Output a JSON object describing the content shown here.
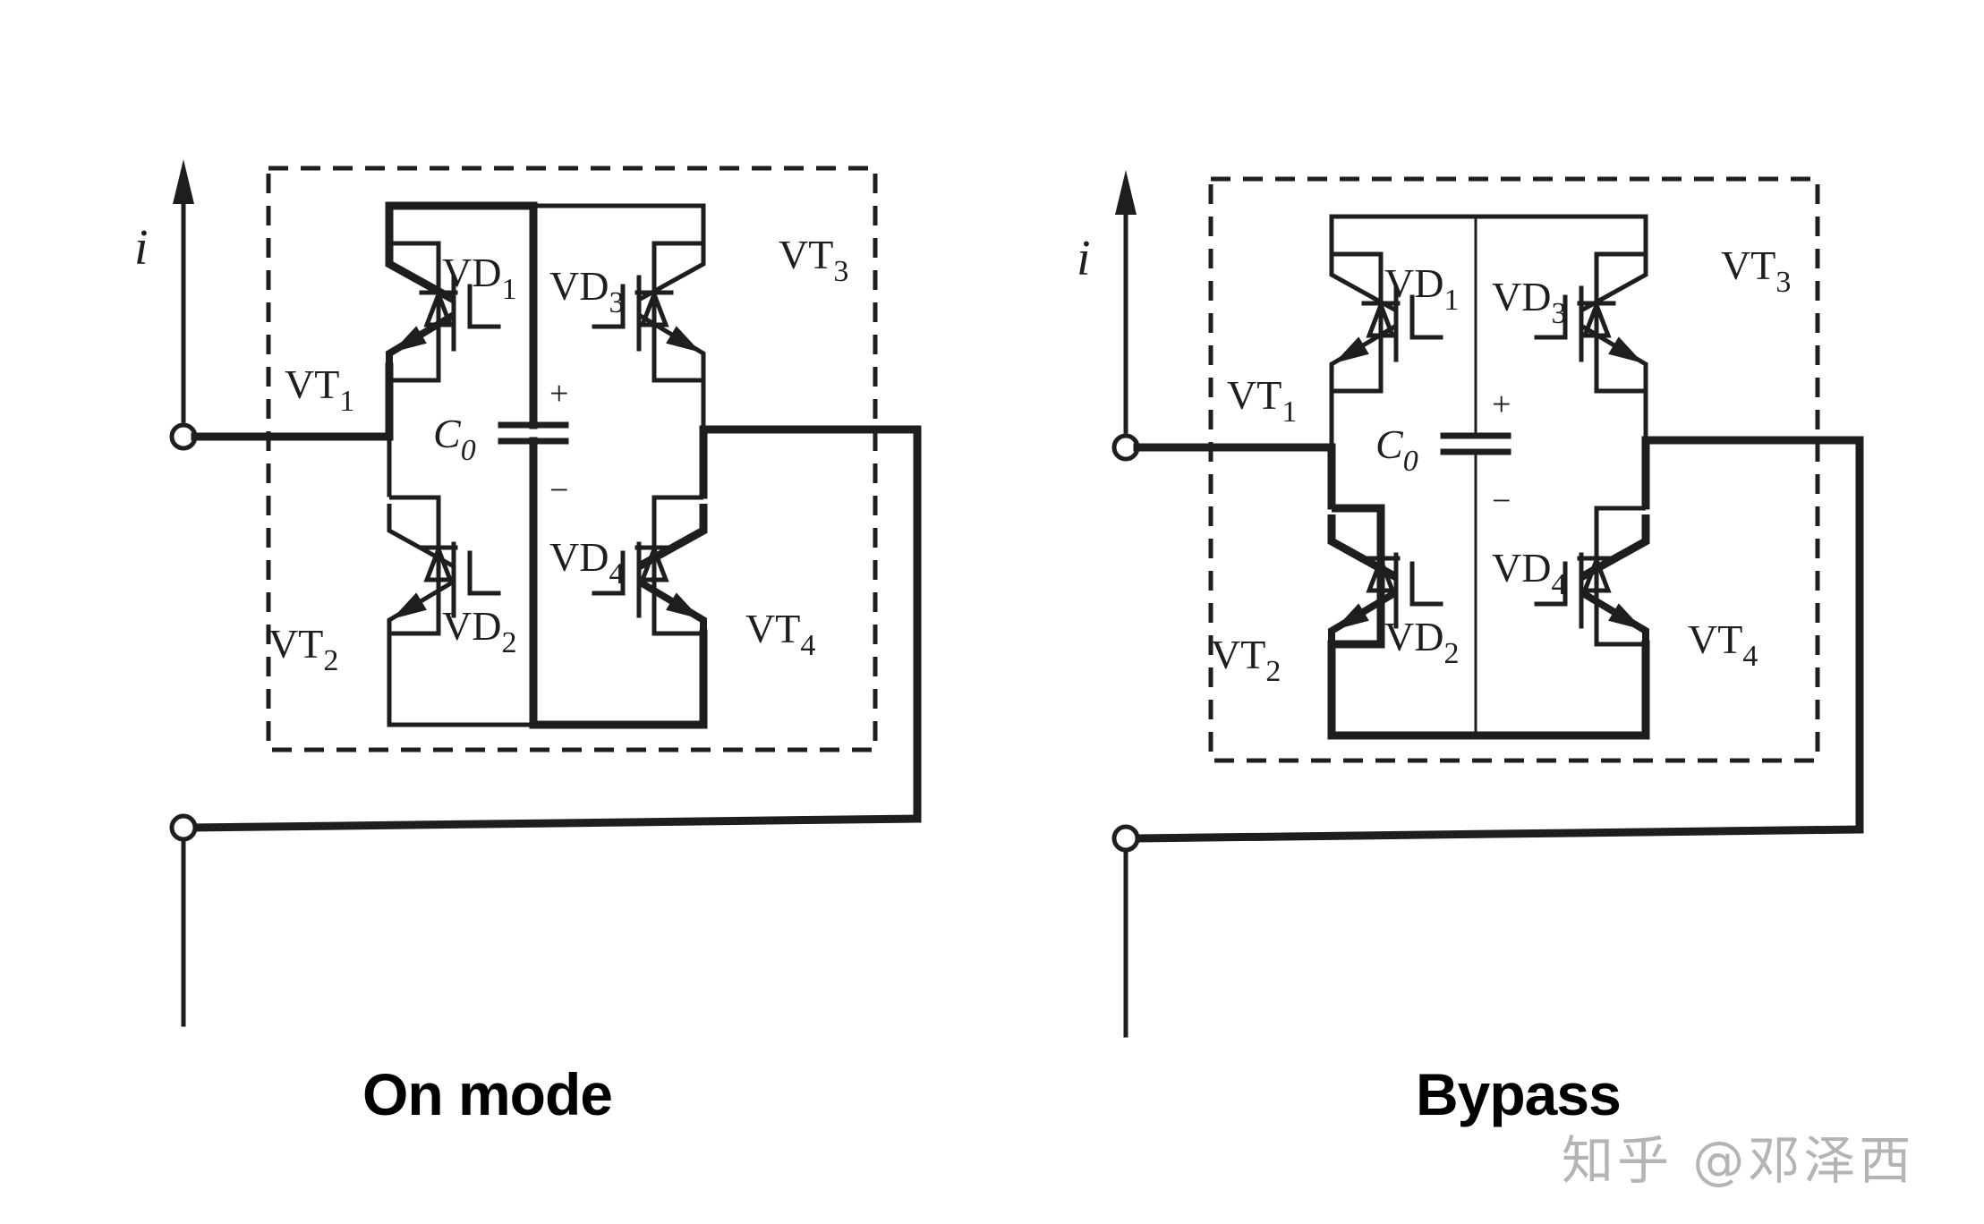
{
  "figure": {
    "panels": [
      {
        "id": "on-mode",
        "caption": "On mode",
        "current_label": "i",
        "capacitor_label": "C",
        "capacitor_sub": "0",
        "plus_sign": "+",
        "minus_sign": "−",
        "components": [
          {
            "name": "VT",
            "sub": "1"
          },
          {
            "name": "VT",
            "sub": "2"
          },
          {
            "name": "VT",
            "sub": "3"
          },
          {
            "name": "VT",
            "sub": "4"
          },
          {
            "name": "VD",
            "sub": "1"
          },
          {
            "name": "VD",
            "sub": "2"
          },
          {
            "name": "VD",
            "sub": "3"
          },
          {
            "name": "VD",
            "sub": "4"
          }
        ],
        "conducting_path": "VT1-capacitor-VT4"
      },
      {
        "id": "bypass",
        "caption": "Bypass",
        "current_label": "i",
        "capacitor_label": "C",
        "capacitor_sub": "0",
        "plus_sign": "+",
        "minus_sign": "−",
        "components": [
          {
            "name": "VT",
            "sub": "1"
          },
          {
            "name": "VT",
            "sub": "2"
          },
          {
            "name": "VT",
            "sub": "3"
          },
          {
            "name": "VT",
            "sub": "4"
          },
          {
            "name": "VD",
            "sub": "1"
          },
          {
            "name": "VD",
            "sub": "2"
          },
          {
            "name": "VD",
            "sub": "3"
          },
          {
            "name": "VD",
            "sub": "4"
          }
        ],
        "conducting_path": "VD2-bottom-bus-VT4"
      }
    ],
    "watermark": "知乎 @邓泽西",
    "colors": {
      "ink": "#1e1e1e",
      "background": "#ffffff",
      "watermark": "#b4b4b4"
    }
  }
}
